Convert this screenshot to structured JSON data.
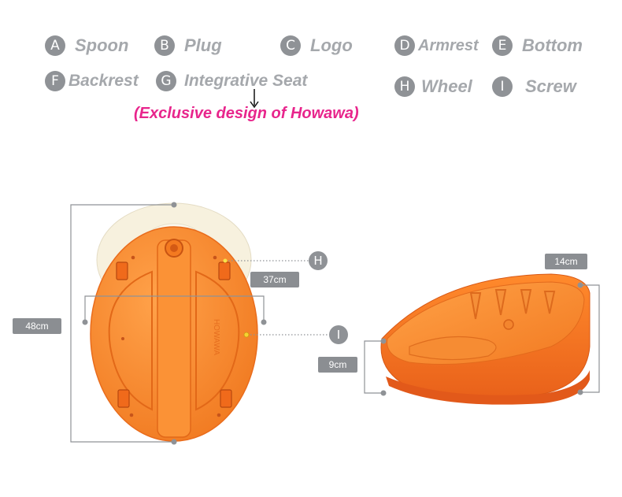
{
  "legend": [
    {
      "letter": "A",
      "label": "Spoon"
    },
    {
      "letter": "B",
      "label": "Plug"
    },
    {
      "letter": "C",
      "label": "Logo"
    },
    {
      "letter": "D",
      "label": "Armrest"
    },
    {
      "letter": "E",
      "label": "Bottom"
    },
    {
      "letter": "F",
      "label": "Backrest"
    },
    {
      "letter": "G",
      "label": "Integrative Seat"
    },
    {
      "letter": "H",
      "label": "Wheel"
    },
    {
      "letter": "I",
      "label": "Screw"
    }
  ],
  "tagline": "(Exclusive design of Howawa)",
  "dimensions": {
    "height": "48cm",
    "width": "37cm",
    "depth": "14cm",
    "rim": "9cm"
  },
  "callouts": {
    "wheel": "H",
    "screw": "I"
  },
  "base_logo_text": "HOWAWA",
  "colors": {
    "orange": "#f98a2a",
    "orange_dark": "#e8651c",
    "badge_gray": "#8f9296",
    "tag_pink": "#e8258c",
    "cream": "#f7f1de"
  }
}
